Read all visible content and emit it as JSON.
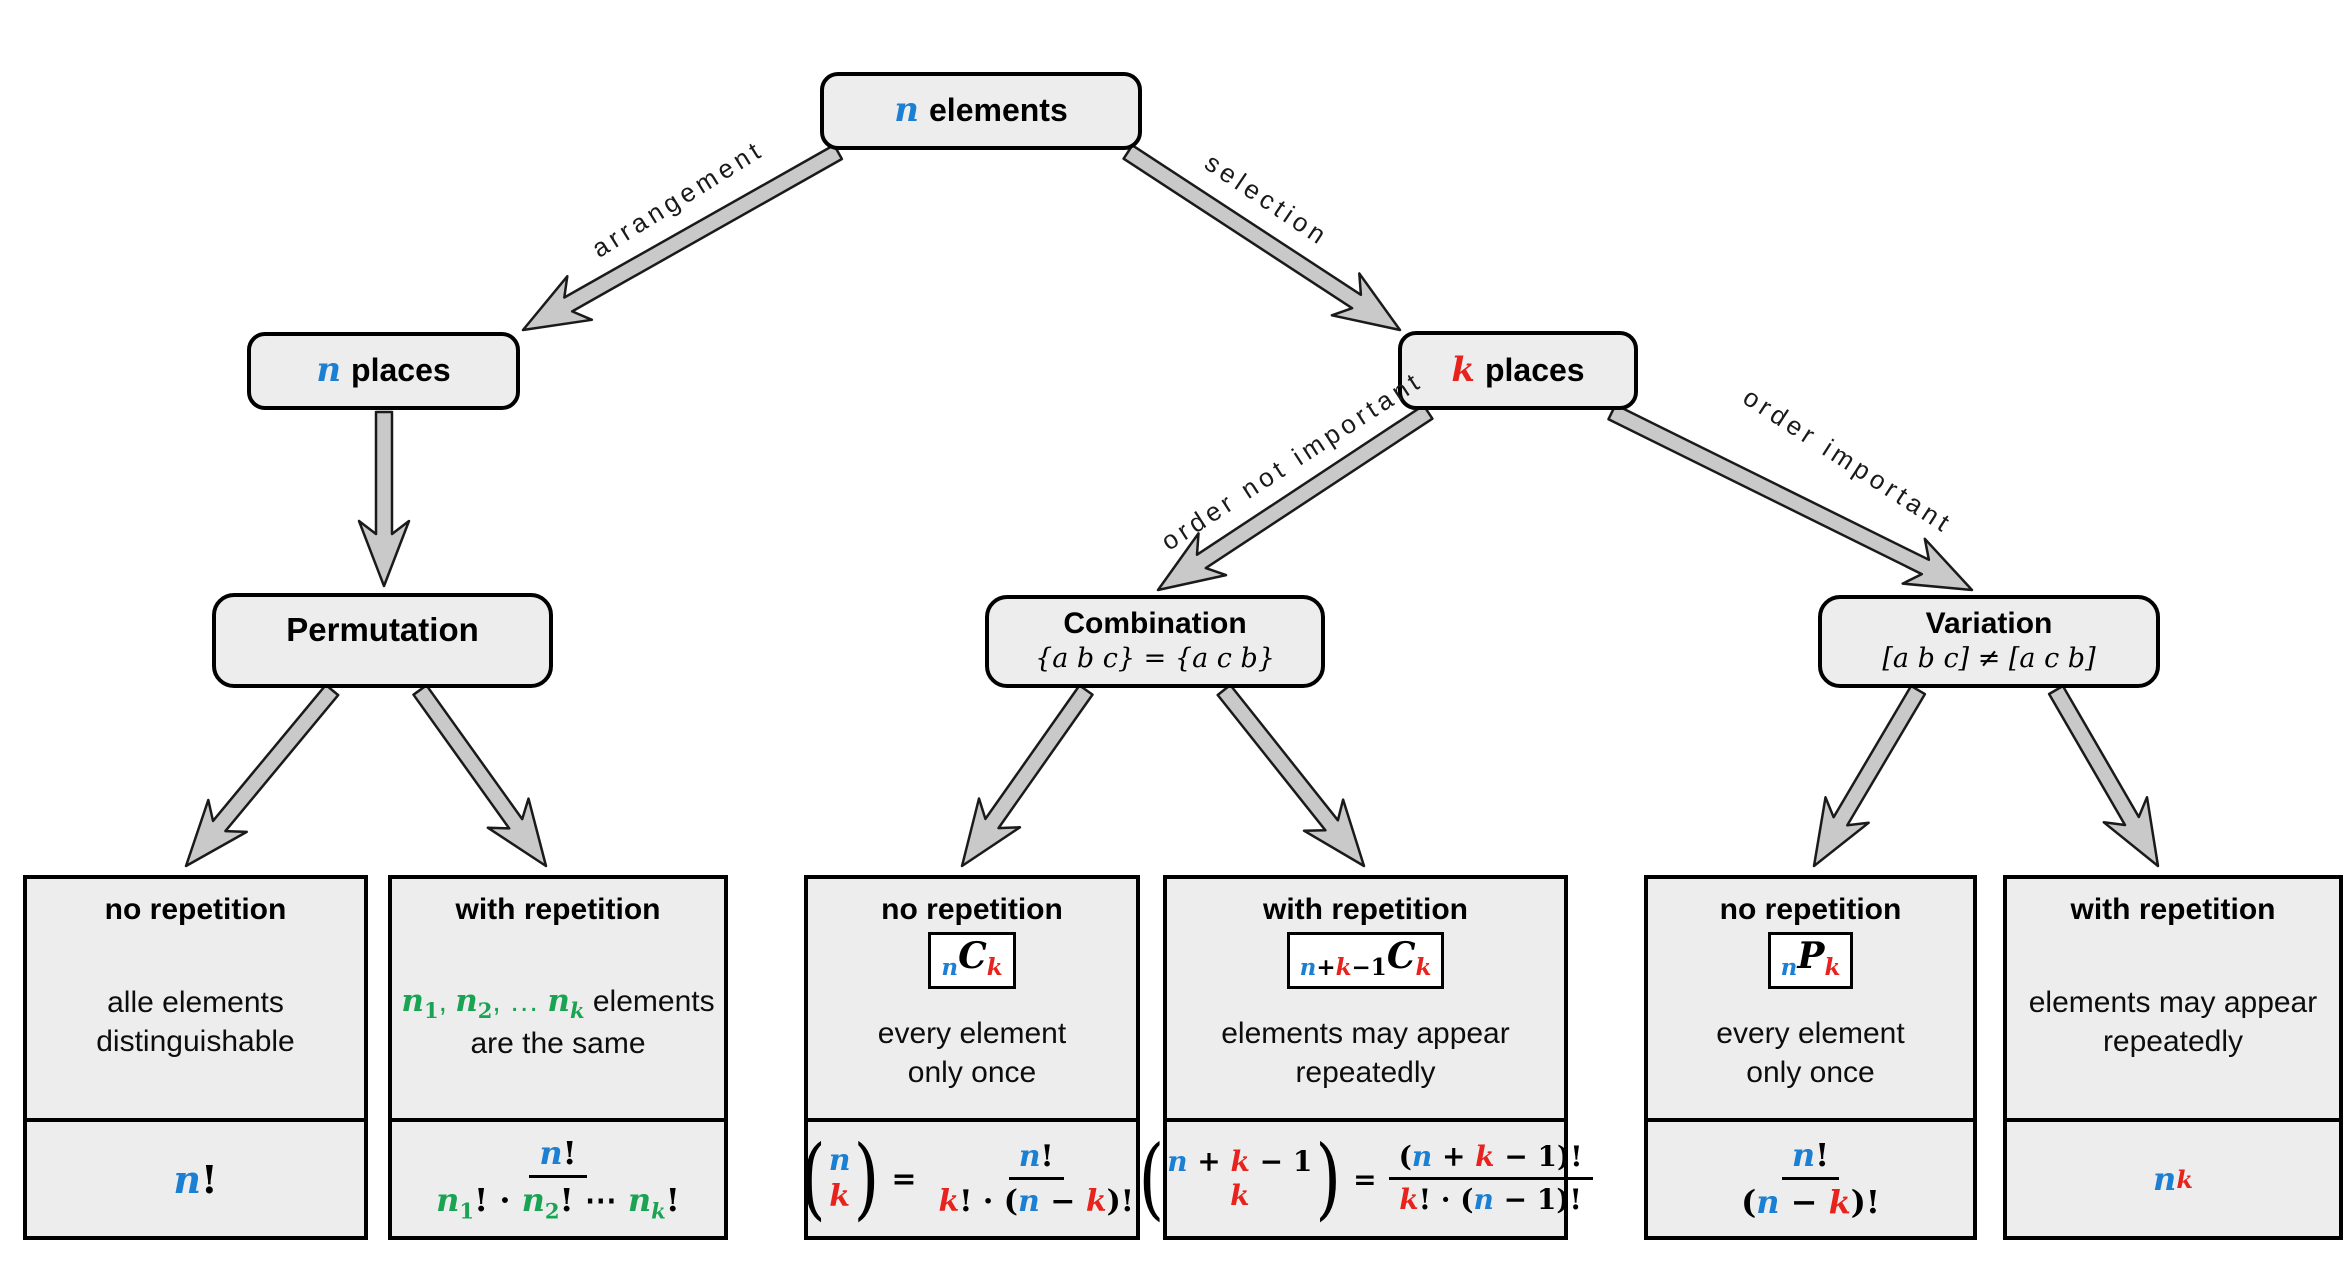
{
  "palette": {
    "blue": "#1b7fd4",
    "red": "#e8231d",
    "green": "#1aa353",
    "box_fill": "#ededed",
    "arrow_fill": "#c9c9c9",
    "outline": "#000000"
  },
  "nodes": {
    "root": {
      "variable": "n",
      "label": "elements"
    },
    "n_places": {
      "variable": "n",
      "label": "places"
    },
    "k_places": {
      "variable": "k",
      "label": "places"
    },
    "permutation": {
      "title": "Permutation"
    },
    "combination": {
      "title": "Combination",
      "subtitle": "{a b c} = {a c b}"
    },
    "variation": {
      "title": "Variation",
      "subtitle": "[a b c] ≠ [a c b]"
    }
  },
  "edges": {
    "arrangement": "arrangement",
    "selection": "selection",
    "order_not_important": "order not important",
    "order_important": "order important"
  },
  "bottom": [
    {
      "title": "no repetition",
      "desc1": "alle elements",
      "desc2": "distinguishable",
      "formula": {
        "v": "n",
        "f": "!"
      }
    },
    {
      "title": "with repetition",
      "desc_math": {
        "n1": "n",
        "s1": "1",
        "c1": ", ",
        "n2": "n",
        "s2": "2",
        "c2": ", … ",
        "n3": "n",
        "s3": "k"
      },
      "desc_tail": " elements",
      "desc2": "are the same",
      "formula": {
        "num_v": "n",
        "num_f": "!",
        "den": {
          "n1": "n",
          "s1": "1",
          "f1": "! · ",
          "n2": "n",
          "s2": "2",
          "f2": "! ⋯ ",
          "n3": "n",
          "s3": "k",
          "f3": "!"
        }
      }
    },
    {
      "title": "no repetition",
      "badge": {
        "pre": "n",
        "main": "C",
        "post": "k"
      },
      "desc1": "every element",
      "desc2": "only once",
      "formula": {
        "top": "n",
        "bot": "k",
        "eq": "=",
        "num_v": "n",
        "num_f": "!",
        "den": {
          "k": "k",
          "m1": "! · (",
          "n": "n",
          "m2": " − ",
          "k2": "k",
          "m3": ")!"
        }
      }
    },
    {
      "title": "with repetition",
      "badge": {
        "pre_n": "n",
        "pre_p": "+",
        "pre_k": "k",
        "pre_m": "−1",
        "main": "C",
        "post": "k"
      },
      "desc1": "elements may appear",
      "desc2": "repeatedly",
      "formula": {
        "top": {
          "n": "n",
          "p": " + ",
          "k": "k",
          "m": " − 1"
        },
        "bot": "k",
        "eq": "=",
        "num": {
          "o": "(",
          "n": "n",
          "p": " + ",
          "k": "k",
          "m": " − 1",
          "c": ")!"
        },
        "den": {
          "k": "k",
          "m1": "! · (",
          "n": "n",
          "m2": " − 1",
          "m3": ")!"
        }
      }
    },
    {
      "title": "no repetition",
      "badge": {
        "pre": "n",
        "main": "P",
        "post": "k"
      },
      "desc1": "every element",
      "desc2": "only once",
      "formula": {
        "num_v": "n",
        "num_f": "!",
        "den": {
          "o": "(",
          "n": "n",
          "m": " − ",
          "k": "k",
          "c": ")!"
        }
      }
    },
    {
      "title": "with repetition",
      "desc1": "elements may appear",
      "desc2": "repeatedly",
      "formula": {
        "base": "n",
        "exp": "k"
      }
    }
  ]
}
